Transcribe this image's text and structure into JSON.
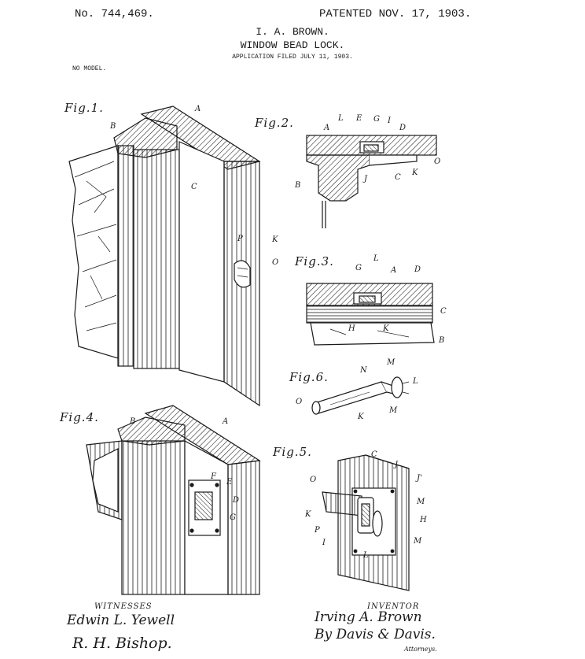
{
  "header": {
    "patent_number": "No. 744,469.",
    "patent_date": "PATENTED NOV. 17, 1903.",
    "inventor_name": "I. A. BROWN.",
    "title": "WINDOW BEAD LOCK.",
    "application": "APPLICATION FILED JULY 11, 1903.",
    "no_model": "NO MODEL."
  },
  "figures": {
    "fig1": "Fig.1.",
    "fig2": "Fig.2.",
    "fig3": "Fig.3.",
    "fig4": "Fig.4.",
    "fig5": "Fig.5.",
    "fig6": "Fig.6."
  },
  "refs": {
    "A": "A",
    "B": "B",
    "C": "C",
    "D": "D",
    "E": "E",
    "F": "F",
    "G": "G",
    "H": "H",
    "I": "I",
    "J": "J",
    "J2": "J'",
    "K": "K",
    "L": "L",
    "M": "M",
    "N": "N",
    "O": "O",
    "P": "P"
  },
  "footer": {
    "witnesses_heading": "WITNESSES",
    "inventor_heading": "INVENTOR",
    "witness_1": "Edwin L. Yewell",
    "witness_2": "R. H. Bishop.",
    "inventor_signature": "Irving A. Brown",
    "attorney_signature": "By Davis & Davis.",
    "attorneys_label": "Attorneys."
  },
  "colors": {
    "ink": "#1a1a1a",
    "paper": "#ffffff"
  }
}
